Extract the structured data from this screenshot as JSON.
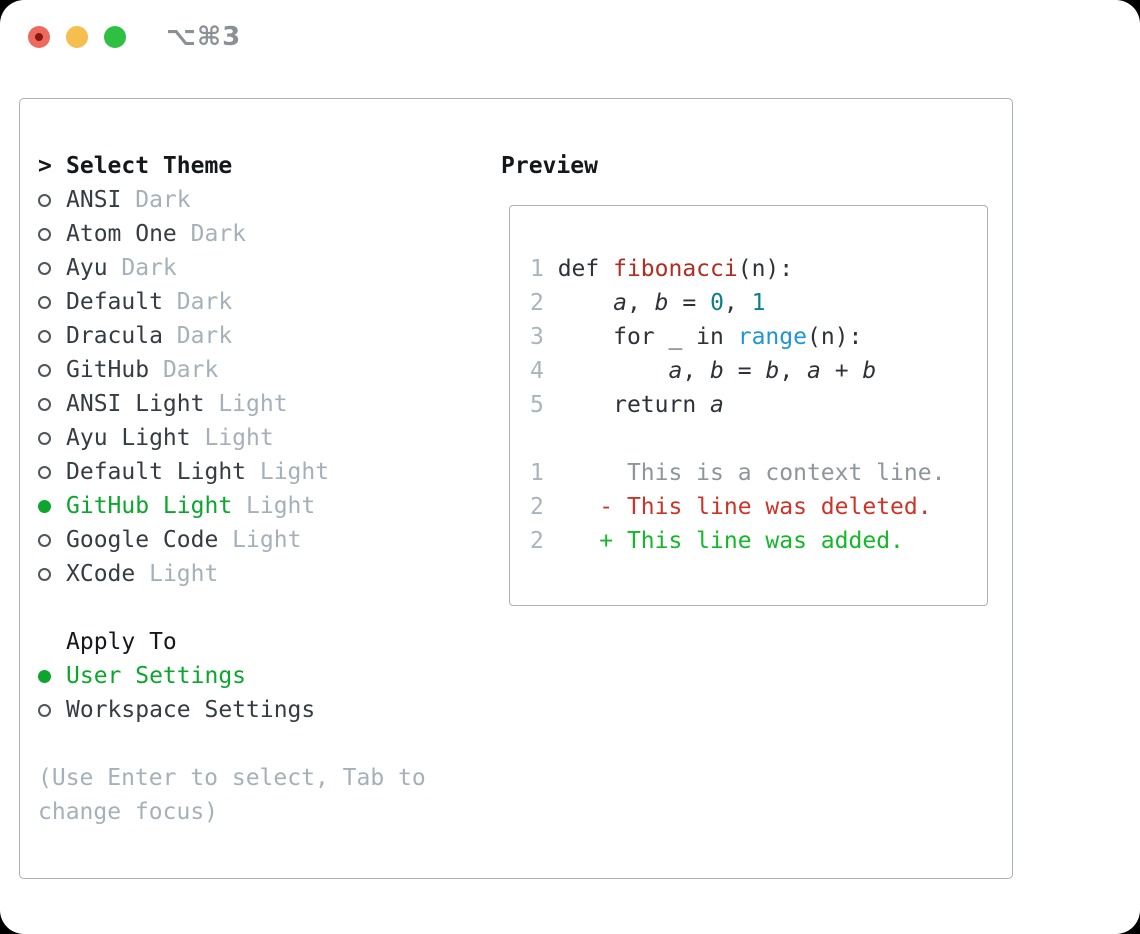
{
  "window": {
    "title": "⌥⌘3"
  },
  "colors": {
    "traffic_red": "#ef6a5e",
    "traffic_red_dot": "#851a10",
    "traffic_yellow": "#f6bd4f",
    "traffic_green": "#2fc043",
    "window_title": "#8a9096",
    "panel_border": "#a8b1ba",
    "header_text": "#14171b",
    "item_text": "#363c44",
    "muted": "#a6b0ba",
    "selected_green": "#0ca62e",
    "marker_border": "#4f565e",
    "hint": "#a6b0ba",
    "line_number": "#a9b4bf",
    "code": "#2d3239",
    "function_red": "#b12d22",
    "number_teal": "#0e7f88",
    "call_blue": "#1f96d4",
    "context_gray": "#8e959c",
    "deleted_red": "#cd3427",
    "added_green": "#14b82a"
  },
  "theme_panel": {
    "header": {
      "cursor": ">",
      "label": "Select Theme"
    },
    "items": [
      {
        "name": "ANSI",
        "variant": "Dark",
        "selected": false
      },
      {
        "name": "Atom One",
        "variant": "Dark",
        "selected": false
      },
      {
        "name": "Ayu",
        "variant": "Dark",
        "selected": false
      },
      {
        "name": "Default",
        "variant": "Dark",
        "selected": false
      },
      {
        "name": "Dracula",
        "variant": "Dark",
        "selected": false
      },
      {
        "name": "GitHub",
        "variant": "Dark",
        "selected": false
      },
      {
        "name": "ANSI Light",
        "variant": "Light",
        "selected": false
      },
      {
        "name": "Ayu Light",
        "variant": "Light",
        "selected": false
      },
      {
        "name": "Default Light",
        "variant": "Light",
        "selected": false
      },
      {
        "name": "GitHub Light",
        "variant": "Light",
        "selected": true
      },
      {
        "name": "Google Code",
        "variant": "Light",
        "selected": false
      },
      {
        "name": "XCode",
        "variant": "Light",
        "selected": false
      }
    ],
    "apply_to": {
      "label": "Apply To",
      "options": [
        {
          "label": "User Settings",
          "selected": true
        },
        {
          "label": "Workspace Settings",
          "selected": false
        }
      ]
    },
    "hint_line1": "(Use Enter to select, Tab to",
    "hint_line2": "change focus)"
  },
  "preview": {
    "label": "Preview",
    "lines": [
      {
        "kind": "code-line",
        "tokens": [
          {
            "t": "1 ",
            "c": "line_number"
          },
          {
            "t": "def ",
            "c": "code"
          },
          {
            "t": "fibonacci",
            "c": "function_red"
          },
          {
            "t": "(n):",
            "c": "code"
          }
        ]
      },
      {
        "kind": "code-line",
        "tokens": [
          {
            "t": "2 ",
            "c": "line_number"
          },
          {
            "t": "    ",
            "c": "code"
          },
          {
            "t": "a",
            "c": "code",
            "i": true
          },
          {
            "t": ", ",
            "c": "code"
          },
          {
            "t": "b",
            "c": "code",
            "i": true
          },
          {
            "t": " = ",
            "c": "code"
          },
          {
            "t": "0",
            "c": "number_teal"
          },
          {
            "t": ", ",
            "c": "code"
          },
          {
            "t": "1",
            "c": "number_teal"
          }
        ]
      },
      {
        "kind": "code-line",
        "tokens": [
          {
            "t": "3 ",
            "c": "line_number"
          },
          {
            "t": "    for _ in ",
            "c": "code"
          },
          {
            "t": "range",
            "c": "call_blue"
          },
          {
            "t": "(n):",
            "c": "code"
          }
        ]
      },
      {
        "kind": "code-line",
        "tokens": [
          {
            "t": "4 ",
            "c": "line_number"
          },
          {
            "t": "        ",
            "c": "code"
          },
          {
            "t": "a",
            "c": "code",
            "i": true
          },
          {
            "t": ", ",
            "c": "code"
          },
          {
            "t": "b",
            "c": "code",
            "i": true
          },
          {
            "t": " = ",
            "c": "code"
          },
          {
            "t": "b",
            "c": "code",
            "i": true
          },
          {
            "t": ", ",
            "c": "code"
          },
          {
            "t": "a",
            "c": "code",
            "i": true
          },
          {
            "t": " + ",
            "c": "code"
          },
          {
            "t": "b",
            "c": "code",
            "i": true
          }
        ]
      },
      {
        "kind": "code-line",
        "tokens": [
          {
            "t": "5 ",
            "c": "line_number"
          },
          {
            "t": "    return ",
            "c": "code"
          },
          {
            "t": "a",
            "c": "code",
            "i": true
          }
        ]
      },
      {
        "kind": "blank-line",
        "tokens": []
      },
      {
        "kind": "diff-context-line",
        "tokens": [
          {
            "t": "1      ",
            "c": "line_number"
          },
          {
            "t": "This is a context line.",
            "c": "context_gray"
          }
        ]
      },
      {
        "kind": "diff-deleted-line",
        "tokens": [
          {
            "t": "2    ",
            "c": "line_number"
          },
          {
            "t": "- This line was deleted.",
            "c": "deleted_red"
          }
        ]
      },
      {
        "kind": "diff-added-line",
        "tokens": [
          {
            "t": "2    ",
            "c": "line_number"
          },
          {
            "t": "+ This line was added.",
            "c": "added_green"
          }
        ]
      }
    ]
  }
}
